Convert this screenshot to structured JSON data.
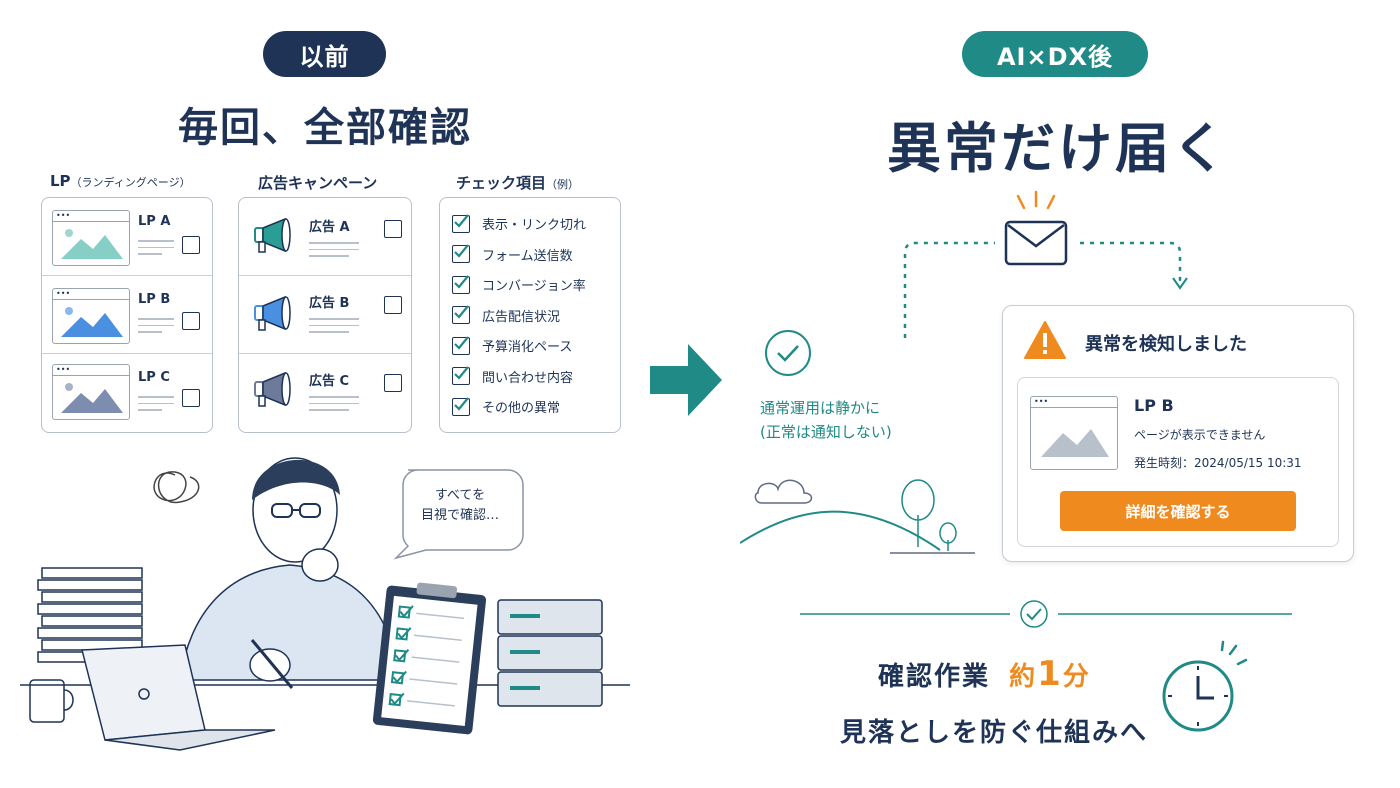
{
  "before": {
    "badge": "以前",
    "heading": "毎回、全部確認",
    "columns": {
      "lp": {
        "title": "LP",
        "note": "（ランディングページ）",
        "items": [
          "LP A",
          "LP B",
          "LP C"
        ]
      },
      "ads": {
        "title": "広告キャンペーン",
        "items": [
          "広告 A",
          "広告 B",
          "広告 C"
        ]
      },
      "checks": {
        "title": "チェック項目",
        "note": "（例）",
        "items": [
          "表示・リンク切れ",
          "フォーム送信数",
          "コンバージョン率",
          "広告配信状況",
          "予算消化ペース",
          "問い合わせ内容",
          "その他の異常"
        ]
      }
    },
    "speech_bubble": [
      "すべてを",
      "目視で確認…"
    ]
  },
  "after": {
    "badge": "AI×DX後",
    "heading": "異常だけ届く",
    "quiet_text": [
      "通常運用は静かに",
      "(正常は通知しない)"
    ],
    "alert": {
      "title": "異常を検知しました",
      "page": "LP B",
      "message": "ページが表示できません",
      "time_label": "発生時刻：2024/05/15 10:31",
      "button": "詳細を確認する"
    },
    "result": {
      "line1_prefix": "確認作業",
      "line1_approx": "約",
      "line1_value": "1",
      "line1_unit": "分",
      "line2": "見落としを防ぐ仕組みへ"
    }
  },
  "colors": {
    "navy": "#1e3355",
    "teal": "#1f8a86",
    "orange": "#ef8a1f",
    "blue": "#4a8fe0",
    "gray": "#9aa4b1"
  }
}
